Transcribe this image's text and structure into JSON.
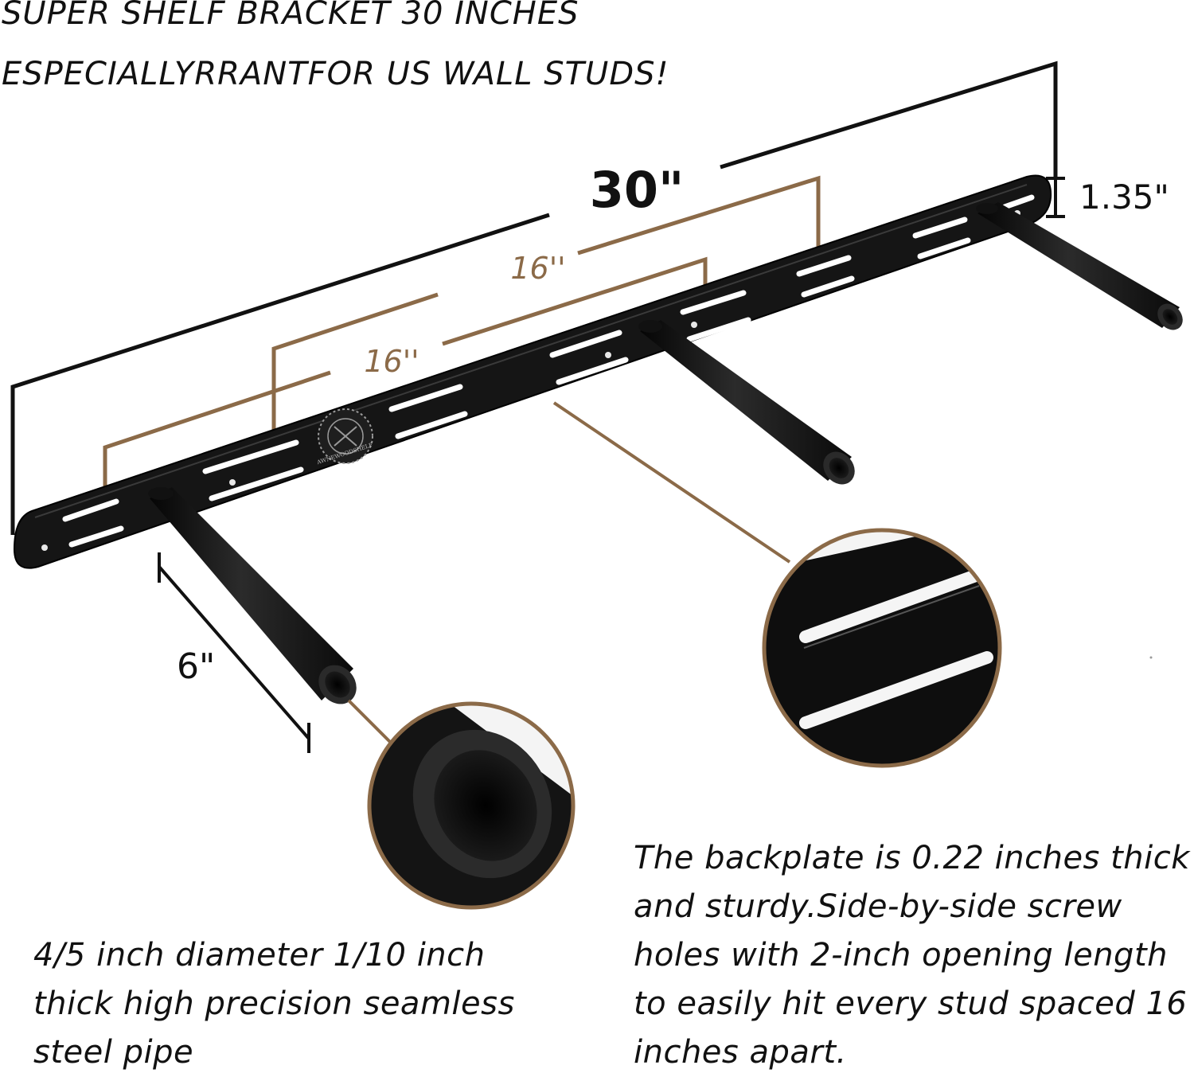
{
  "title": {
    "line1": "SUPER SHELF BRACKET 30 INCHES",
    "line2": "ESPECIALLYRRANTFOR US WALL STUDS!"
  },
  "dimensions": {
    "overall_length": "30\"",
    "height": "1.35\"",
    "stud_spacing_upper": "16''",
    "stud_spacing_lower": "16''",
    "rod_length": "6\""
  },
  "logo": {
    "text": "AWNEWOODSHELF"
  },
  "captions": {
    "pipe": "4/5 inch diameter 1/10 inch thick high precision seamless steel pipe",
    "backplate": "The backplate is 0.22 inches thick and sturdy.Side-by-side screw holes with 2-inch opening length to easily hit every stud spaced 16 inches apart."
  },
  "colors": {
    "accent": "#8b6a48",
    "metal": "#141414",
    "text": "#111111"
  }
}
